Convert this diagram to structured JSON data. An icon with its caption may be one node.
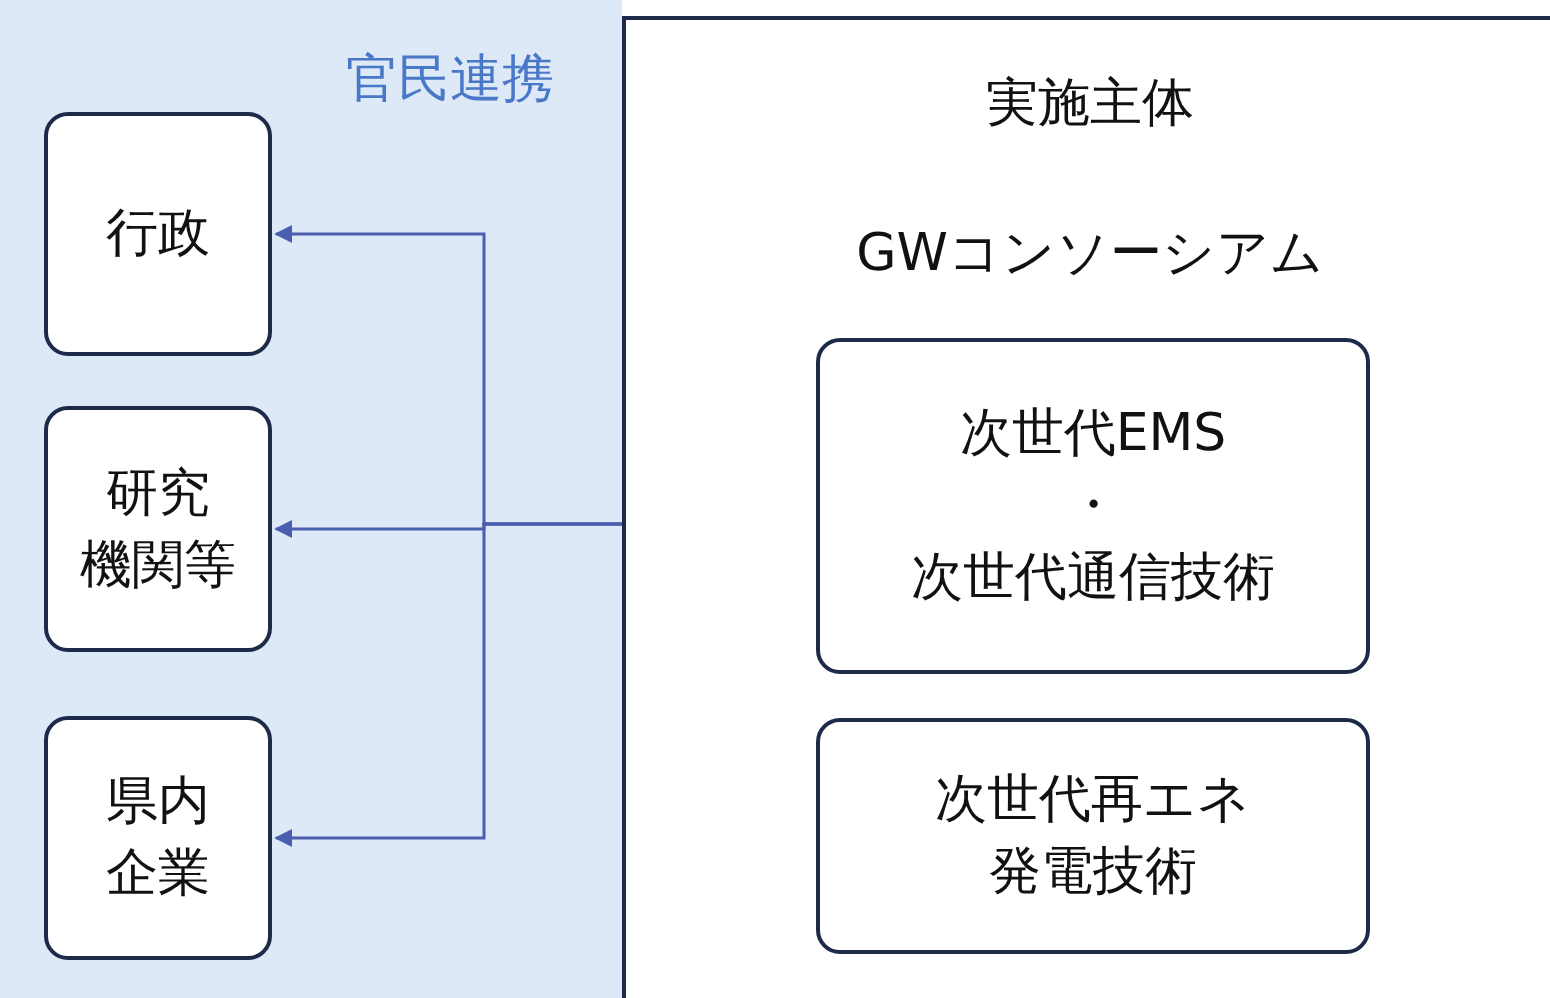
{
  "diagram": {
    "nodes": [
      {
        "text": [
          "官民連携"
        ]
      },
      {
        "text": [
          "実施主体",
          "GWコンソーシアム"
        ]
      },
      {
        "text": [
          "行政"
        ],
        "in": 0
      },
      {
        "text": [
          "研究機関等"
        ],
        "in": 0
      },
      {
        "text": [
          "県内企業"
        ],
        "in": 0
      },
      {
        "text": [
          "次世代EMS・次世代通信技術"
        ],
        "in": 1
      },
      {
        "text": [
          "次世代再エネ発電技術"
        ],
        "in": 1
      }
    ],
    "edges": [
      {
        "from": 1,
        "to": 2,
        "arrow": "to"
      },
      {
        "from": 1,
        "to": 3,
        "arrow": "to"
      },
      {
        "from": 1,
        "to": 4,
        "arrow": "to"
      }
    ]
  }
}
